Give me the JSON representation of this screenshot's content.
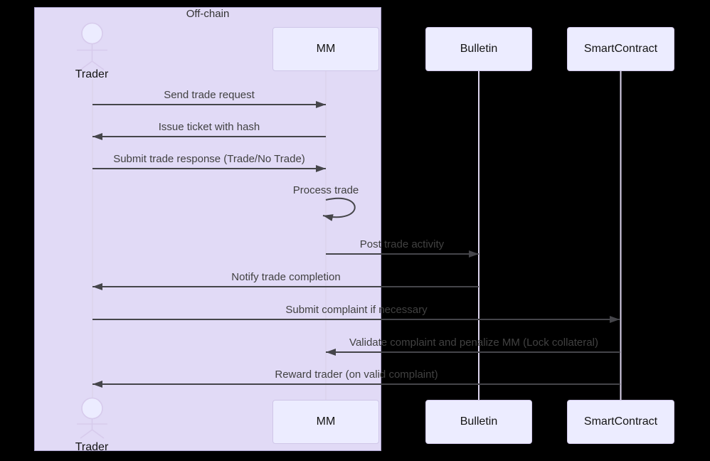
{
  "diagram": {
    "type": "sequence-diagram",
    "group": {
      "label": "Off-chain",
      "members": [
        "Trader",
        "MM"
      ]
    },
    "actors": {
      "trader": {
        "label": "Trader",
        "kind": "actor"
      },
      "mm": {
        "label": "MM",
        "kind": "participant"
      },
      "bulletin": {
        "label": "Bulletin",
        "kind": "participant"
      },
      "smartcontract": {
        "label": "SmartContract",
        "kind": "participant"
      }
    },
    "messages": [
      {
        "from": "Trader",
        "to": "MM",
        "label": "Send trade request"
      },
      {
        "from": "MM",
        "to": "Trader",
        "label": "Issue ticket with hash"
      },
      {
        "from": "Trader",
        "to": "MM",
        "label": "Submit trade response (Trade/No Trade)"
      },
      {
        "from": "MM",
        "to": "MM",
        "label": "Process trade"
      },
      {
        "from": "MM",
        "to": "Bulletin",
        "label": "Post trade activity"
      },
      {
        "from": "Bulletin",
        "to": "Trader",
        "label": "Notify trade completion"
      },
      {
        "from": "Trader",
        "to": "SmartContract",
        "label": "Submit complaint if necessary"
      },
      {
        "from": "SmartContract",
        "to": "MM",
        "label": "Validate complaint and penalize MM (Lock collateral)"
      },
      {
        "from": "SmartContract",
        "to": "Trader",
        "label": "Reward trader (on valid complaint)"
      }
    ],
    "colors": {
      "background": "#000000",
      "group_fill": "#e1daf6",
      "group_border": "#aca3cd",
      "participant_fill": "#ececff",
      "participant_border": "#cfc6e8",
      "lifeline": "#ddd5ee",
      "arrow": "#45454a",
      "message_text": "#414141",
      "label_text": "#141414"
    }
  }
}
